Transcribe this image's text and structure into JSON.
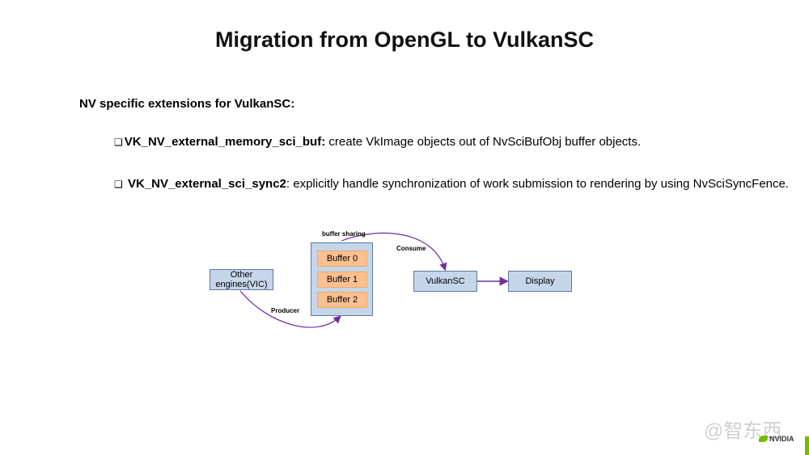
{
  "slide": {
    "title": "Migration from OpenGL to VulkanSC",
    "subtitle": "NV specific extensions for VulkanSC:",
    "bullets": [
      {
        "marker": "❑",
        "term": "VK_NV_external_memory_sci_buf:",
        "text": " create VkImage objects out of NvSciBufObj buffer objects."
      },
      {
        "marker": "❑",
        "term": "VK_NV_external_sci_sync2",
        "text": ": explicitly handle synchronization of work submission to rendering by using NvSciSyncFence."
      }
    ]
  },
  "diagram": {
    "nodes": {
      "other": "Other engines(VIC)",
      "vulkansc": "VulkanSC",
      "display": "Display"
    },
    "buffers": [
      "Buffer 0",
      "Buffer 1",
      "Buffer 2"
    ],
    "edge_labels": {
      "buffer_sharing": "buffer sharing",
      "consume": "Consume",
      "producer": "Producer"
    },
    "colors": {
      "node_fill": "#c5d6ea",
      "buffer_fill": "#fac090",
      "curve_arrow": "#7030a0",
      "straight_arrow": "#6a2c91"
    }
  },
  "footer": {
    "watermark": "@智东西",
    "logo_text": "NVIDIA",
    "accent_color": "#76b900"
  }
}
